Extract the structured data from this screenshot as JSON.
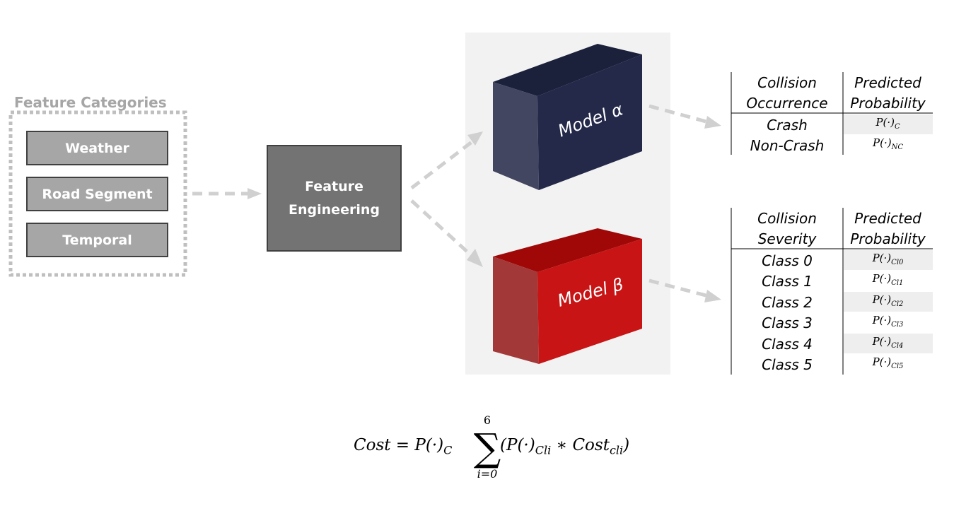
{
  "feature_categories": {
    "title": "Feature Categories",
    "items": [
      "Weather",
      "Road Segment",
      "Temporal"
    ]
  },
  "feature_engineering": {
    "line1": "Feature",
    "line2": "Engineering"
  },
  "model_alpha": {
    "label": "Model α",
    "color": "#24294a"
  },
  "model_beta": {
    "label": "Model β",
    "color": "#c00000"
  },
  "table_occurrence": {
    "header_col1_line1": "Collision",
    "header_col1_line2": "Occurrence",
    "header_col2_line1": "Predicted",
    "header_col2_line2": "Probability",
    "rows": [
      {
        "label": "Crash",
        "prob": "P(·)",
        "sub": "C"
      },
      {
        "label": "Non-Crash",
        "prob": "P(·)",
        "sub": "NC"
      }
    ]
  },
  "table_severity": {
    "header_col1_line1": "Collision",
    "header_col1_line2": "Severity",
    "header_col2_line1": "Predicted",
    "header_col2_line2": "Probability",
    "rows": [
      {
        "label": "Class 0",
        "prob": "P(·)",
        "sub": "Cl0"
      },
      {
        "label": "Class 1",
        "prob": "P(·)",
        "sub": "Cl1"
      },
      {
        "label": "Class 2",
        "prob": "P(·)",
        "sub": "Cl2"
      },
      {
        "label": "Class 3",
        "prob": "P(·)",
        "sub": "Cl3"
      },
      {
        "label": "Class 4",
        "prob": "P(·)",
        "sub": "Cl4"
      },
      {
        "label": "Class 5",
        "prob": "P(·)",
        "sub": "Cl5"
      }
    ]
  },
  "formula": {
    "lhs": "Cost =",
    "p": "P(·)",
    "p_sub": "C",
    "sum_upper": "6",
    "sum_lower": "i=0",
    "term_open": "(P(·)",
    "term_sub": "Cli",
    "op": "∗ Cost",
    "cost_sub": "cli",
    "term_close": ")"
  }
}
